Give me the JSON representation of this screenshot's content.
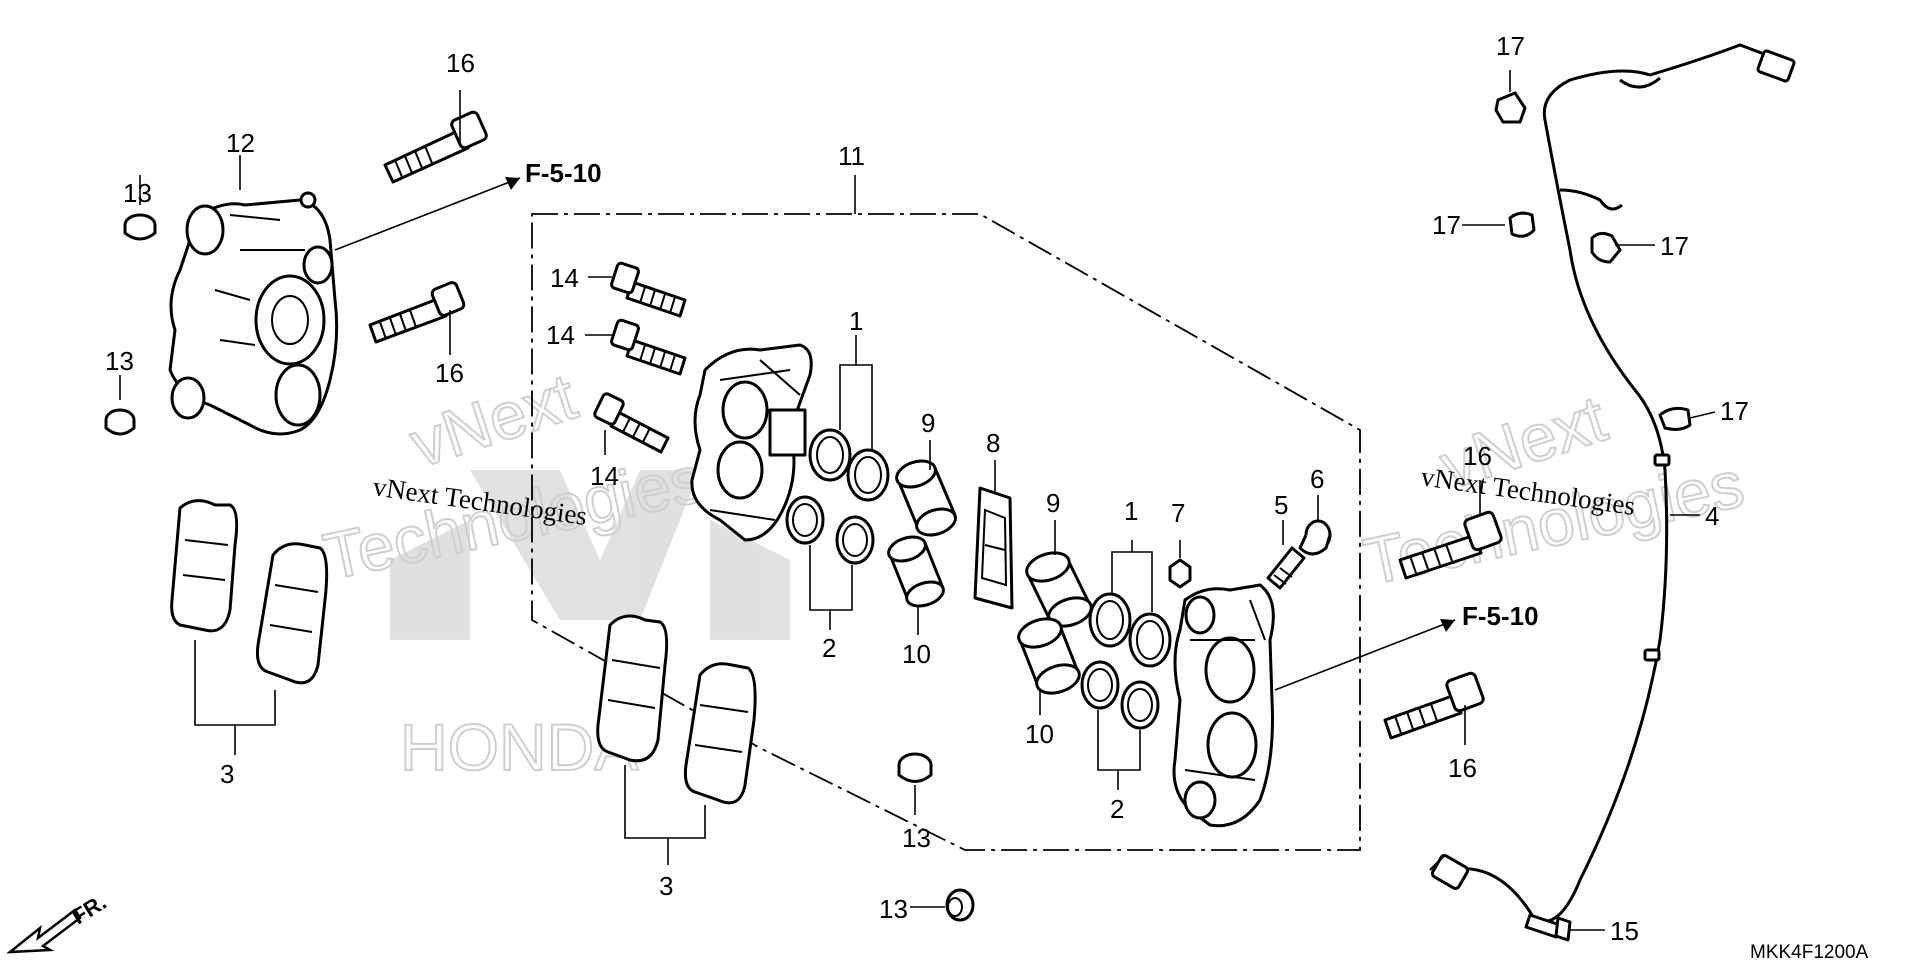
{
  "diagram_code": "MKK4F1200A",
  "front_indicator": "FR.",
  "reference": "F-5-10",
  "watermark": {
    "line1": "vNext Technologies",
    "big1": "vNext",
    "big2": "Technologies",
    "logo": "HONDA"
  },
  "callouts": {
    "n1a": "1",
    "n1b": "1",
    "n2a": "2",
    "n2b": "2",
    "n3a": "3",
    "n3b": "3",
    "n4": "4",
    "n5": "5",
    "n6": "6",
    "n7": "7",
    "n8": "8",
    "n9a": "9",
    "n9b": "9",
    "n10a": "10",
    "n10b": "10",
    "n11": "11",
    "n12": "12",
    "n13a": "13",
    "n13b": "13",
    "n13c": "13",
    "n13d": "13",
    "n14a": "14",
    "n14b": "14",
    "n14c": "14",
    "n15": "15",
    "n16a": "16",
    "n16b": "16",
    "n16c": "16",
    "n16d": "16",
    "n17a": "17",
    "n17b": "17",
    "n17c": "17",
    "n17d": "17"
  }
}
